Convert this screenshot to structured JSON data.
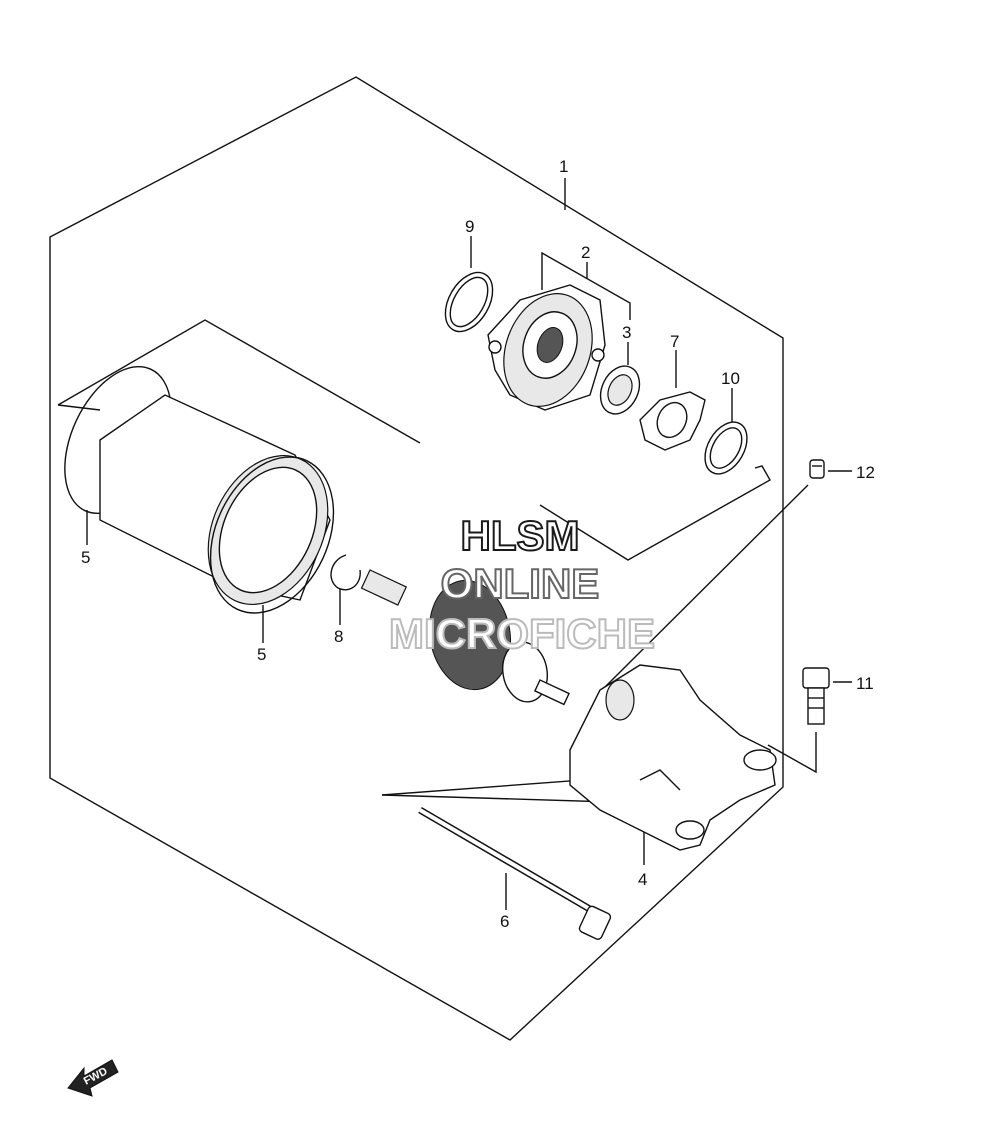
{
  "diagram": {
    "callouts": [
      {
        "id": "c1",
        "label": "1"
      },
      {
        "id": "c2",
        "label": "2"
      },
      {
        "id": "c3",
        "label": "3"
      },
      {
        "id": "c4",
        "label": "4"
      },
      {
        "id": "c5a",
        "label": "5"
      },
      {
        "id": "c5b",
        "label": "5"
      },
      {
        "id": "c6",
        "label": "6"
      },
      {
        "id": "c7",
        "label": "7"
      },
      {
        "id": "c8",
        "label": "8"
      },
      {
        "id": "c9",
        "label": "9"
      },
      {
        "id": "c10",
        "label": "10"
      },
      {
        "id": "c11",
        "label": "11"
      },
      {
        "id": "c12",
        "label": "12"
      }
    ],
    "watermark": {
      "line1": "HLSM",
      "line2": "ONLINE",
      "line3": "MICROFICHE",
      "color_line1": "#1a1a1a",
      "color_line2": "#666666",
      "color_line3": "#bbbbbb"
    },
    "fwd_arrow": {
      "label": "FWD"
    }
  }
}
